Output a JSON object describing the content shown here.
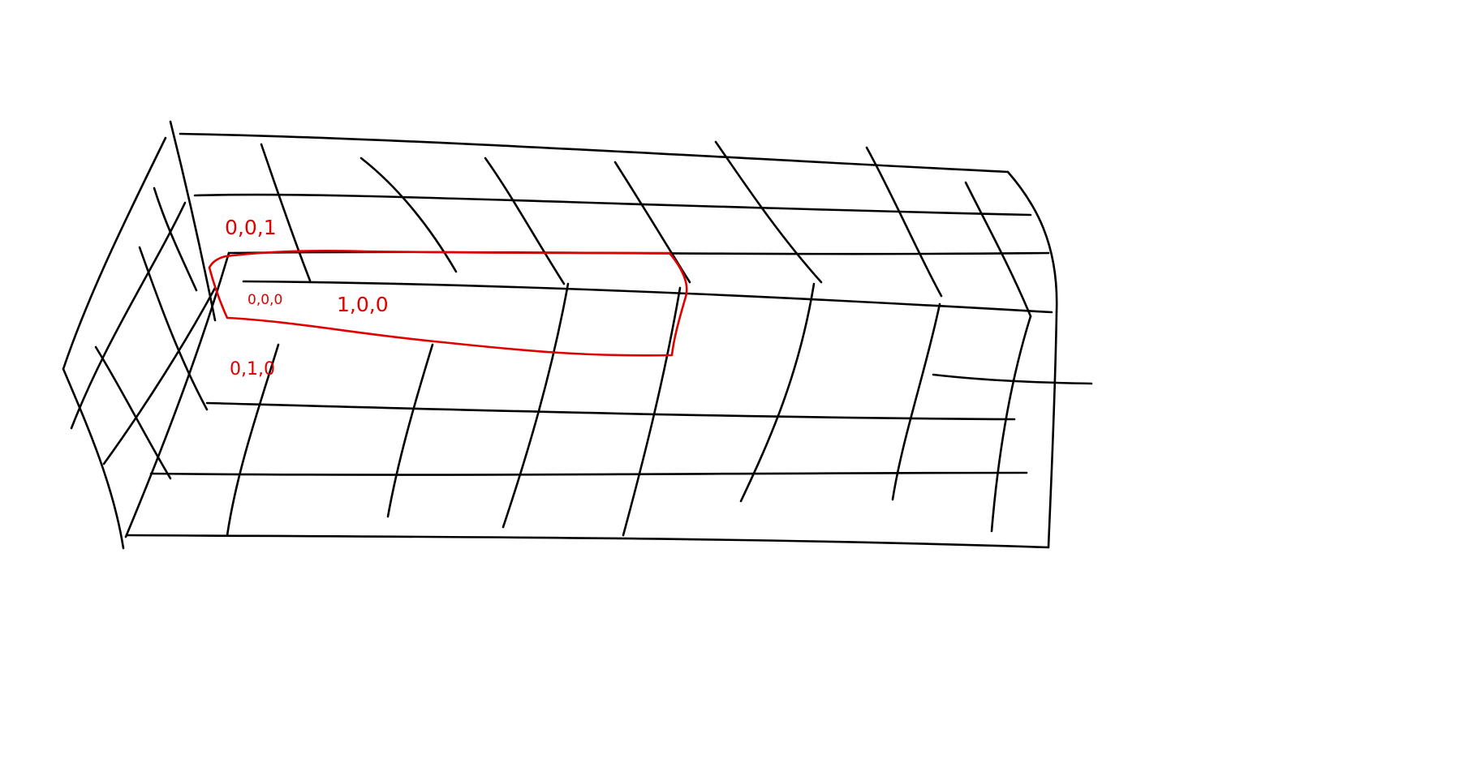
{
  "colors": {
    "background": "#ffffff",
    "grid_stroke": "#000000",
    "highlight_stroke": "#e00000",
    "label_color": "#e00000"
  },
  "labels": {
    "top_cell": "0,0,1",
    "origin_cell": "0,0,0",
    "next_cell": "1,0,0",
    "below_cell": "0,1,0"
  }
}
